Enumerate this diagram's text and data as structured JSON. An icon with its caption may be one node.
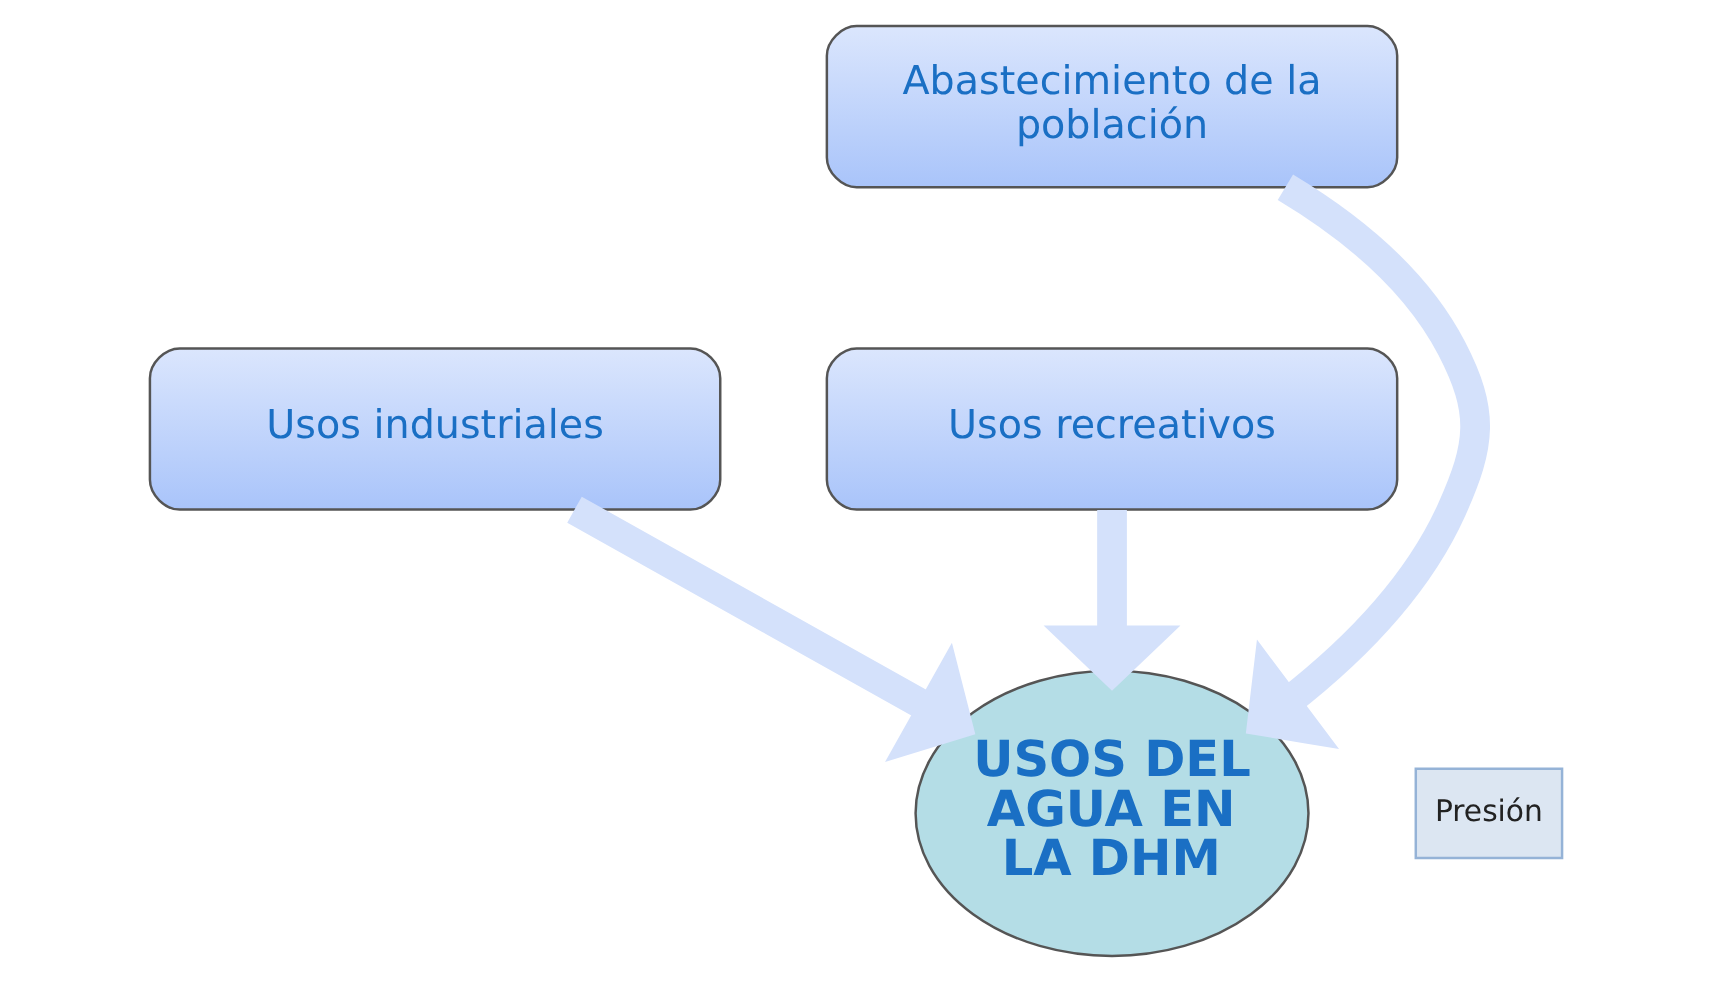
{
  "diagram": {
    "nodes": [
      {
        "text": [
          "Abastecimiento de la población"
        ]
      },
      {
        "text": [
          "Usos industriales"
        ]
      },
      {
        "text": [
          "Usos recreativos"
        ]
      },
      {
        "text": [
          "USOS DEL AGUA EN LA DHM"
        ]
      }
    ],
    "edges": [
      {
        "from": 1,
        "to": 3,
        "arrow": "to"
      },
      {
        "from": 0,
        "to": 3,
        "arrow": "to"
      },
      {
        "from": 2,
        "to": 3,
        "arrow": "to"
      }
    ],
    "labels": [
      "Presión"
    ]
  }
}
